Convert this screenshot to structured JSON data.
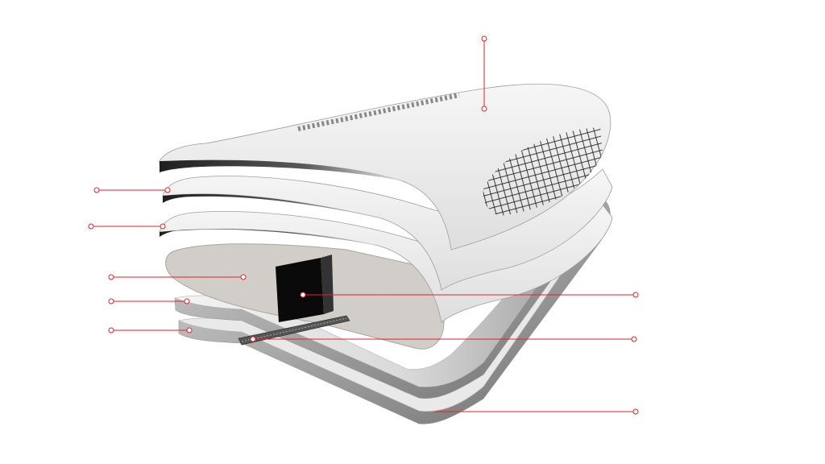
{
  "diagram": {
    "subject": "board-construction-layers-cutaway",
    "label_text": "",
    "colors": {
      "background": "#ffffff",
      "callout_line": "#e0222b",
      "top_skin": "#ececec",
      "layer_skin": "#f1f1f1",
      "layer_shadow": "#3a3a3a",
      "foam_core": "#d4d0cb",
      "stringer": "#0a0a0a",
      "bottom_skin": "#e2e2e2",
      "rail_shadow": "#8d8d8d"
    },
    "callouts": [
      {
        "id": "top-deck-skin",
        "side": "top"
      },
      {
        "id": "layer-2-edge",
        "side": "left"
      },
      {
        "id": "layer-3-edge",
        "side": "left"
      },
      {
        "id": "foam-core",
        "side": "left"
      },
      {
        "id": "bottom-layer-1-edge",
        "side": "left"
      },
      {
        "id": "bottom-layer-2-edge",
        "side": "left"
      },
      {
        "id": "stringer",
        "side": "right"
      },
      {
        "id": "stringer-base",
        "side": "right"
      },
      {
        "id": "bottom-rail",
        "side": "right"
      }
    ]
  }
}
